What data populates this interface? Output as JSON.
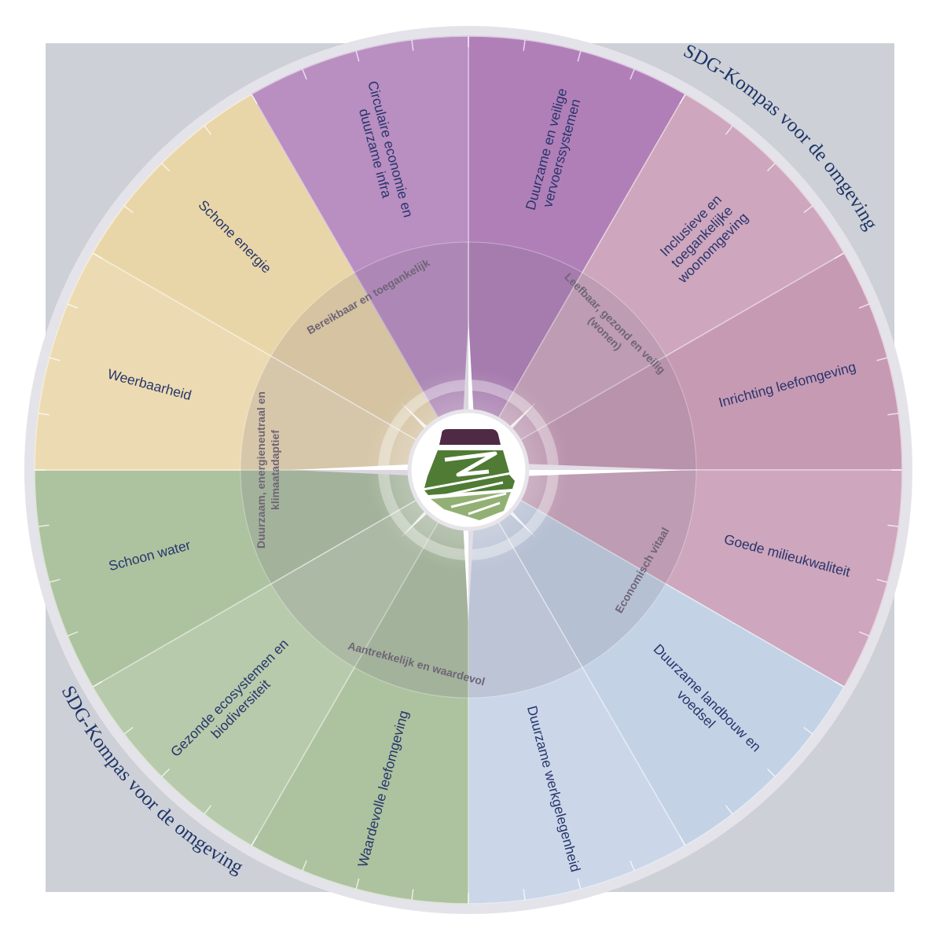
{
  "title": "SDG-Kompas voor de omgeving",
  "colors": {
    "frame": "#cdd0d6",
    "ring": "#e4e3e9",
    "purple": "#b07fb8",
    "mauve": "#c79ab4",
    "blue": "#c4d2e5",
    "green": "#adc3a0",
    "sand": "#e9d6a8",
    "logo_dark": "#4f2a44",
    "logo_green": "#4f7b34",
    "logo_light": "#93b074"
  },
  "themes": [
    {
      "label": "Bereikbaar en toegankelijk",
      "color": "purple"
    },
    {
      "label": "Leefbaar, gezond en veilig (wonen)",
      "color": "mauve"
    },
    {
      "label": "Economisch vitaal",
      "color": "blue"
    },
    {
      "label": "Aantrekkelijk en waardevol",
      "color": "green"
    },
    {
      "label": "Duurzaam, energieneutraal en klimaatadaptief",
      "color": "sand"
    }
  ],
  "goals": [
    {
      "label": "Duurzame en veilige vervoerssystemen",
      "theme": 0
    },
    {
      "label": "Inclusieve en toegankelijke woonomgeving",
      "theme": 1
    },
    {
      "label": "Inrichting leefomgeving",
      "theme": 1
    },
    {
      "label": "Goede milieukwaliteit",
      "theme": 1
    },
    {
      "label": "Duurzame landbouw en voedsel",
      "theme": 2
    },
    {
      "label": "Duurzame werkgelegenheid",
      "theme": 2
    },
    {
      "label": "Waardevolle leefomgeving",
      "theme": 3
    },
    {
      "label": "Gezonde ecosystemen en biodiversiteit",
      "theme": 3
    },
    {
      "label": "Schoon water",
      "theme": 3
    },
    {
      "label": "Weerbaarheid",
      "theme": 4
    },
    {
      "label": "Schone energie",
      "theme": 4
    },
    {
      "label": "Circulaire economie en duurzame infra",
      "theme": 0
    }
  ]
}
